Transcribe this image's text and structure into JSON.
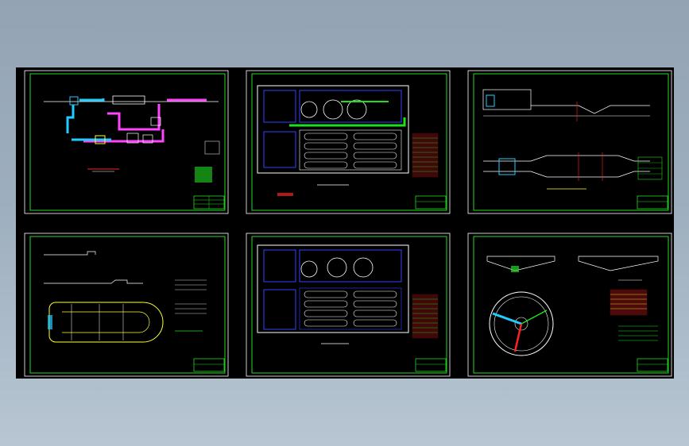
{
  "colors": {
    "background_top": "#93a3b4",
    "background_bottom": "#b8c6d3",
    "modelspace": "#000000",
    "frame": "#ffffff",
    "border": "#22dd22",
    "line": "#ffffff",
    "green": "#1ee01e",
    "magenta": "#ff44ff",
    "cyan": "#22ccff",
    "blue": "#3344ff",
    "yellow": "#ffff33",
    "red": "#ff2222"
  },
  "sheets": [
    {
      "id": "process-flow",
      "kind": "flow-diagram"
    },
    {
      "id": "site-plan",
      "kind": "site-plan"
    },
    {
      "id": "channel-section",
      "kind": "channel-section"
    },
    {
      "id": "oxidation-ditch",
      "kind": "oxidation-ditch"
    },
    {
      "id": "site-plan-alt",
      "kind": "site-plan"
    },
    {
      "id": "clarifier",
      "kind": "clarifier"
    }
  ]
}
